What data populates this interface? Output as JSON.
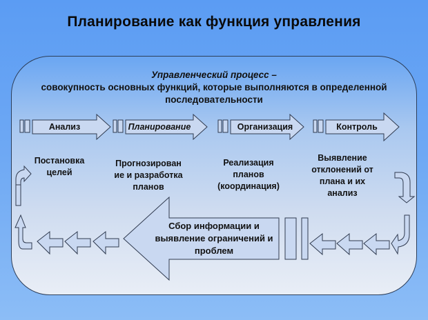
{
  "title": "Планирование как функция управления",
  "definition": {
    "term": "Управленческий процесс –",
    "line1": "совокупность основных функций, которые выполняются в определенной",
    "line2": "последовательности"
  },
  "functions": [
    {
      "label": "Анализ",
      "italic": false
    },
    {
      "label": "Планирование",
      "italic": true
    },
    {
      "label": "Организация",
      "italic": false
    },
    {
      "label": "Контроль",
      "italic": false
    }
  ],
  "steps": [
    {
      "lines": [
        "Постановка",
        "целей"
      ]
    },
    {
      "lines": [
        "Прогнозирован",
        "ие и разработка",
        "планов"
      ]
    },
    {
      "lines": [
        "Реализация",
        "планов",
        "(координация)"
      ]
    },
    {
      "lines": [
        "Выявление",
        "отклонений от",
        "плана и их",
        "анализ"
      ]
    }
  ],
  "feedback": {
    "lines": [
      "Сбор информации и",
      "выявление ограничений и",
      "проблем"
    ]
  },
  "icons": [
    "arrow-right-icon",
    "curved-arrow-down-icon",
    "arrow-left-icon",
    "curved-arrow-up-icon"
  ]
}
